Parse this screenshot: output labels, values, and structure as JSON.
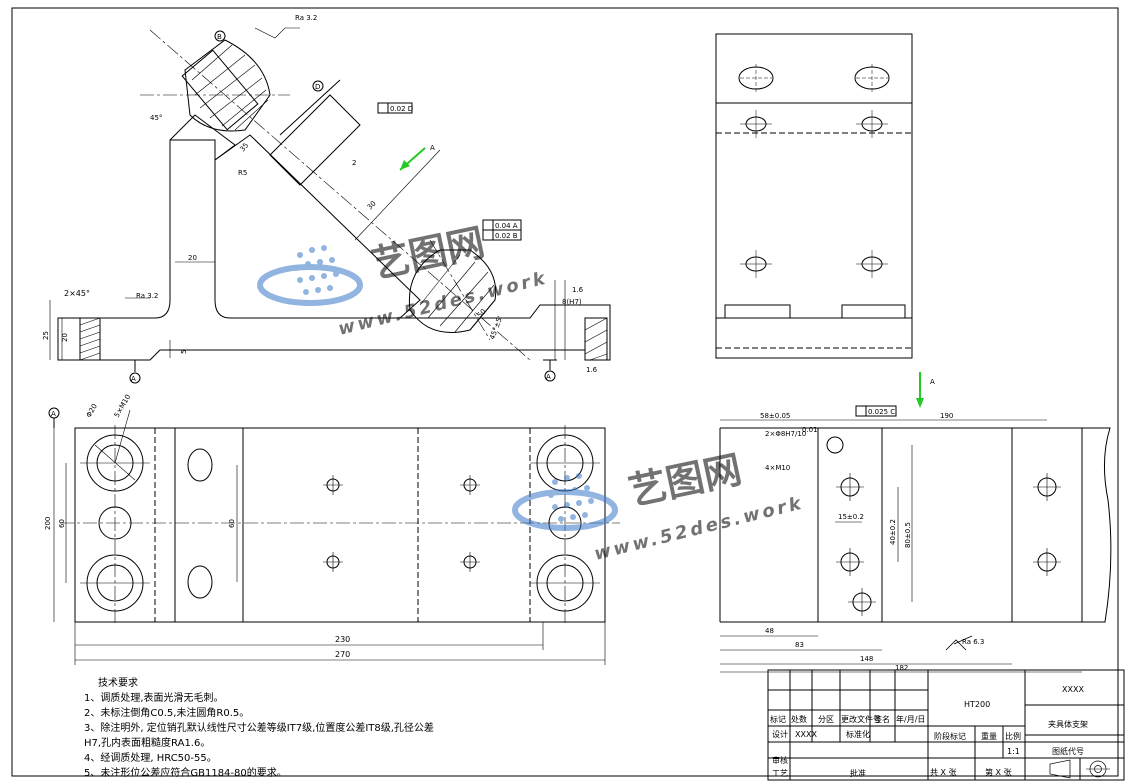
{
  "tech_requirements": {
    "heading": "技术要求",
    "items": [
      "1、调质处理,表面光滑无毛刺。",
      "2、未标注倒角C0.5,未注圆角R0.5。",
      "3、除注明外, 定位销孔默认线性尺寸公差等级IT7级,位置度公差IT8级,孔径公差",
      "H7,孔内表面粗糙度RA1.6。",
      "4、经调质处理, HRC50-55。",
      "5、未注形位公差应符合GB1184-80的要求。"
    ]
  },
  "title_block": {
    "material": "HT200",
    "company": "XXXX",
    "part_name": "夹具体支架",
    "drawing_code_label": "图纸代号",
    "stage_label": "阶段标记",
    "weight_label": "重量",
    "scale_label": "比例",
    "scale_value": "1:1",
    "mark_label": "标记",
    "count_label": "处数",
    "zone_label": "分区",
    "change_doc_label": "更改文件号",
    "sign_label": "签名",
    "date_label": "年/月/日",
    "design_label": "设计",
    "design_name": "XXXX",
    "standardize_label": "标准化",
    "review_label": "审核",
    "process_label": "工艺",
    "approve_label": "批准",
    "total_sheets": "共 X 张",
    "sheet_no": "第 X 张"
  },
  "dimensions": {
    "d_270": "270",
    "d_230": "230",
    "d_200": "200",
    "d_60a": "60",
    "d_60b": "60",
    "d_2x45": "2×45°",
    "d_25": "25",
    "d_20a": "20",
    "d_20b": "20",
    "d_5": "5",
    "d_45": "45°",
    "d_45pm": "45°±5'",
    "d_8h7": "8(H7)",
    "d_16": "1.6",
    "d_30": "30",
    "d_35": "35",
    "d_50": "50",
    "d_r5": "R5",
    "d_2": "2",
    "d_58": "58±0.05",
    "d_190": "190",
    "d_148": "148",
    "d_83": "83",
    "d_48": "48",
    "d_182": "182",
    "d_15": "15±0.2",
    "d_40": "40±0.2",
    "d_80": "80±0.5",
    "d_2xm": "2×Φ8H7/10",
    "d_4xm": "4×M10",
    "d_phi20": "Φ20",
    "d_5xm10": "5×M10"
  },
  "symbols": {
    "datum_a": "A",
    "datum_b": "B",
    "datum_d": "D",
    "view_a": "A",
    "ra32_top": "Ra 3.2",
    "ra32_left": "Ra 3.2",
    "ra63": "Ra 6.3",
    "tol_002d": "0.02 D",
    "tol_004a": "0.04 A",
    "tol_002b": "0.02 B",
    "tol_0025": "0.025 C",
    "tol_001": "0.01"
  },
  "watermark": {
    "brand": "艺图网",
    "url1": "www.52des.work",
    "url2": "www.52des.work"
  },
  "colors": {
    "line": "#000000",
    "watermark_blue": "#3a78c8",
    "arrow_green": "#22cc22"
  }
}
